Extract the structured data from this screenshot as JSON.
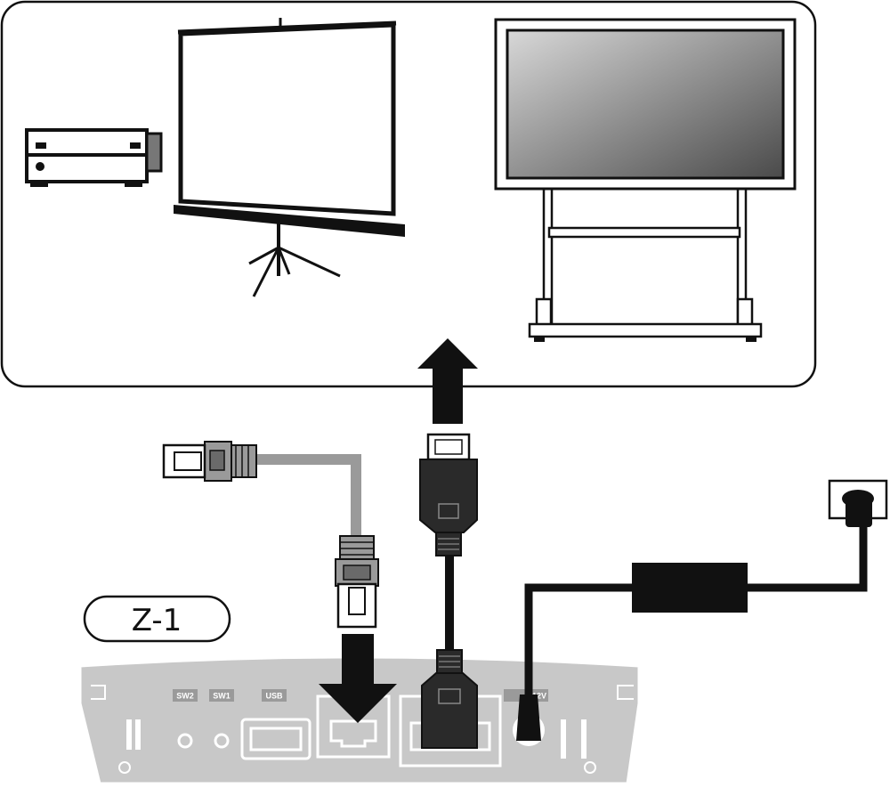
{
  "device": {
    "model_label": "Z-1",
    "port_labels": {
      "sw2": "SW2",
      "sw1": "SW1",
      "usb": "USB",
      "dc": "12V"
    }
  },
  "icons": {
    "projector": "projector-icon",
    "screen": "projection-screen-icon",
    "display": "flat-panel-display-icon",
    "lan": "lan-cable-icon",
    "hdmi": "hdmi-cable-icon",
    "power": "ac-adapter-icon",
    "outlet": "wall-outlet-icon"
  },
  "colors": {
    "device_body": "#c8c8c8",
    "cable_gray": "#9a9a9a",
    "cable_black": "#111111",
    "arrow": "#111111"
  }
}
